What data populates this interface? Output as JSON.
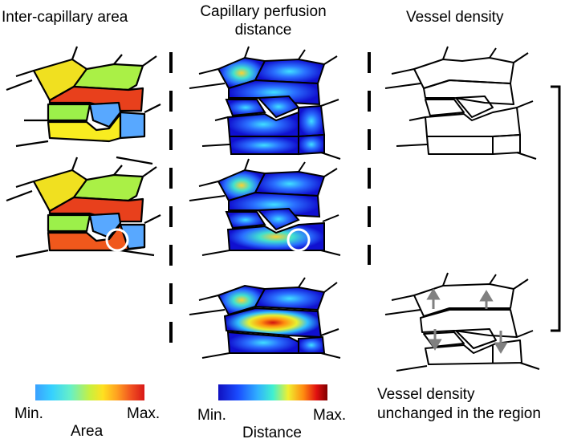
{
  "columns": {
    "area": {
      "title": "Inter-capillary area"
    },
    "perfusion": {
      "title_line1": "Capillary perfusion",
      "title_line2": "distance"
    },
    "density": {
      "title": "Vessel density"
    }
  },
  "legend_area": {
    "min": "Min.",
    "max": "Max.",
    "label": "Area"
  },
  "legend_distance": {
    "min": "Min.",
    "max": "Max.",
    "label": "Distance"
  },
  "note": {
    "line1": "Vessel density",
    "line2": "unchanged in the region"
  },
  "colors": {
    "area_gradient": [
      "#3aa0ff",
      "#36d0ff",
      "#66f0c8",
      "#c8f040",
      "#ffe020",
      "#ffa020",
      "#f05020",
      "#d81818"
    ],
    "distance_gradient": [
      "#1010c0",
      "#1a4cff",
      "#30b0ff",
      "#40f0d0",
      "#f0f030",
      "#ff8a10",
      "#e01010",
      "#800000"
    ],
    "arrow": "#808080",
    "highlight_circle": "#ffffff"
  }
}
